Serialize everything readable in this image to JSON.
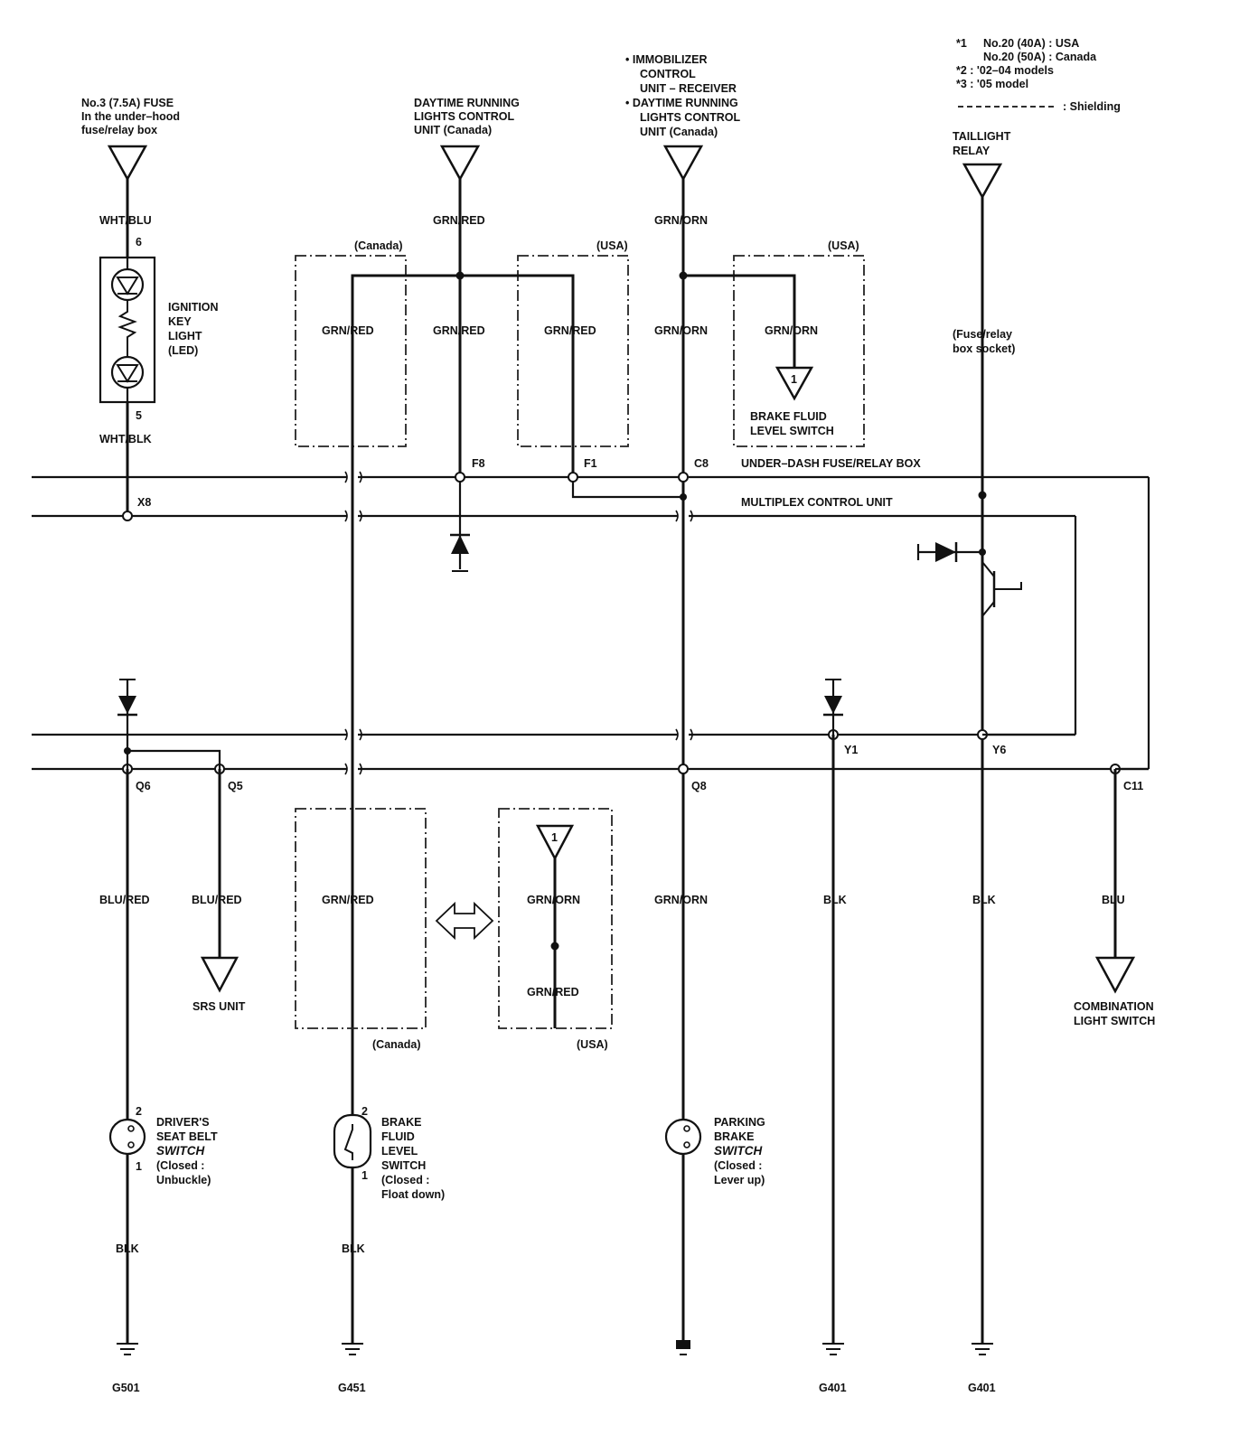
{
  "notes": {
    "n1_label": "*1",
    "n1_usa": "No.20 (40A) : USA",
    "n1_canada": "No.20 (50A) : Canada",
    "n2": "*2 : '02–04 models",
    "n3": "*3 : '05 model",
    "shielding": ": Shielding"
  },
  "sources": {
    "fuse": [
      "No.3 (7.5A) FUSE",
      "In the under–hood",
      "fuse/relay box"
    ],
    "drl": [
      "DAYTIME RUNNING",
      "LIGHTS CONTROL",
      "UNIT (Canada)"
    ],
    "immobilizer": [
      "• IMMOBILIZER",
      "CONTROL",
      "UNIT – RECEIVER",
      "• DAYTIME RUNNING",
      "LIGHTS CONTROL",
      "UNIT (Canada)"
    ],
    "taillight": [
      "TAILLIGHT",
      "RELAY"
    ]
  },
  "wires": {
    "wht_blu": "WHT/BLU",
    "wht_blk": "WHT/BLK",
    "grn_red": "GRN/RED",
    "grn_orn": "GRN/ORN",
    "blu_red": "BLU/RED",
    "blk": "BLK",
    "blu": "BLU"
  },
  "ignition": {
    "pin_top": "6",
    "pin_bottom": "5",
    "label": [
      "IGNITION",
      "KEY",
      "LIGHT",
      "(LED)"
    ]
  },
  "regions": {
    "canada": "(Canada)",
    "usa": "(USA)"
  },
  "units": {
    "fuse_box": "UNDER–DASH FUSE/RELAY BOX",
    "mcu": "MULTIPLEX CONTROL UNIT"
  },
  "terminals": {
    "x8": "X8",
    "f8": "F8",
    "f1": "F1",
    "c8": "C8",
    "q6": "Q6",
    "q5": "Q5",
    "q8": "Q8",
    "y1": "Y1",
    "y6": "Y6",
    "c11": "C11"
  },
  "socket": [
    "(Fuse/relay",
    "box socket)"
  ],
  "ref_marker": "1",
  "brake_fluid_switch_ref": [
    "BRAKE FLUID",
    "LEVEL SWITCH"
  ],
  "destinations": {
    "srs": "SRS UNIT",
    "combination": [
      "COMBINATION",
      "LIGHT SWITCH"
    ]
  },
  "switches": {
    "seat_belt": {
      "pin_top": "2",
      "pin_bottom": "1",
      "label": [
        "DRIVER'S",
        "SEAT BELT",
        "SWITCH",
        "(Closed :",
        "Unbuckle)"
      ]
    },
    "brake_fluid": {
      "pin_top": "2",
      "pin_bottom": "1",
      "label": [
        "BRAKE",
        "FLUID",
        "LEVEL",
        "SWITCH",
        "(Closed :",
        "Float down)"
      ]
    },
    "parking": {
      "label": [
        "PARKING",
        "BRAKE",
        "SWITCH",
        "(Closed :",
        "Lever up)"
      ]
    }
  },
  "grounds": {
    "g501": "G501",
    "g451": "G451",
    "g401a": "G401",
    "g401b": "G401"
  }
}
